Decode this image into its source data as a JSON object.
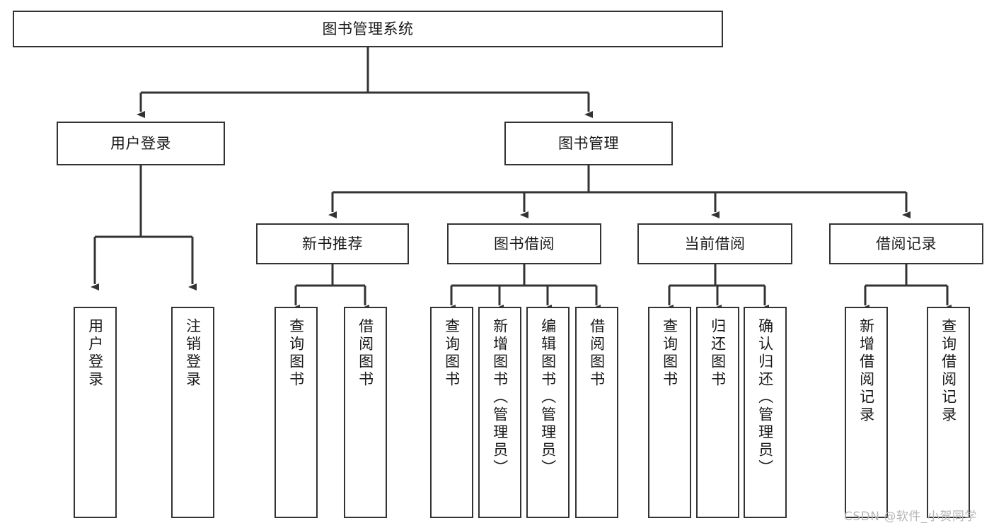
{
  "diagram": {
    "type": "tree-hierarchy-chart",
    "title": "图书管理系统",
    "watermark": "CSDN @软件_小贺同学",
    "colors": {
      "stroke": "#333333",
      "fill": "#ffffff",
      "text": "#1a1a1a",
      "watermark": "#b6b6b6"
    },
    "nodes": {
      "root": {
        "label": "图书管理系统"
      },
      "level2": [
        {
          "label": "用户登录"
        },
        {
          "label": "图书管理"
        }
      ],
      "level3": [
        {
          "label": "新书推荐"
        },
        {
          "label": "图书借阅"
        },
        {
          "label": "当前借阅"
        },
        {
          "label": "借阅记录"
        }
      ],
      "leaves": {
        "user_login": [
          {
            "label": "用户登录"
          },
          {
            "label": "注销登录"
          }
        ],
        "new_book_recommend": [
          {
            "label": "查询图书"
          },
          {
            "label": "借阅图书"
          }
        ],
        "book_borrow": [
          {
            "label": "查询图书"
          },
          {
            "label": "新增图书（管理员）"
          },
          {
            "label": "编辑图书（管理员）"
          },
          {
            "label": "借阅图书"
          }
        ],
        "current_borrow": [
          {
            "label": "查询图书"
          },
          {
            "label": "归还图书"
          },
          {
            "label": "确认归还（管理员）"
          }
        ],
        "borrow_record": [
          {
            "label": "新增借阅记录"
          },
          {
            "label": "查询借阅记录"
          }
        ]
      }
    }
  }
}
